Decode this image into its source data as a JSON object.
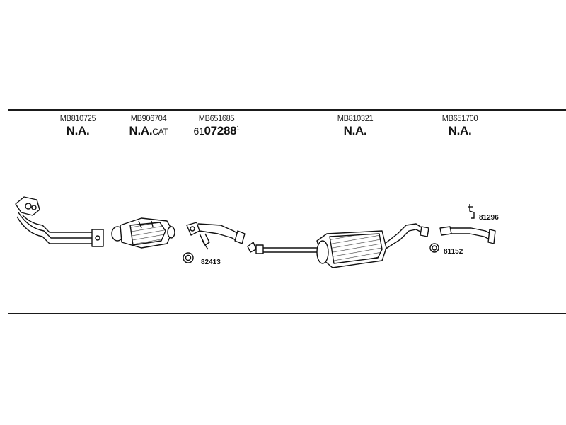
{
  "columns": [
    {
      "oe": "MB810725",
      "label": "N.A."
    },
    {
      "oe": "MB906704",
      "label": "N.A.",
      "suffix": "CAT"
    },
    {
      "oe": "MB651685",
      "prefix": "61",
      "label": "07288",
      "sup": "1"
    },
    {
      "oe": "MB810321",
      "label": "N.A."
    },
    {
      "oe": "MB651700",
      "label": "N.A."
    }
  ],
  "fittings": {
    "ring_1": "82413",
    "ring_2": "81152",
    "clamp": "81296"
  }
}
